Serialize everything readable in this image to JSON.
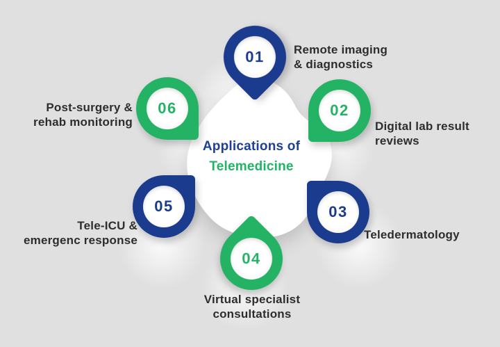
{
  "title": {
    "line1": "Applications of",
    "line2": "Telemedicine"
  },
  "colors": {
    "background": "#e1e0e0",
    "blue": "#1b3b8f",
    "green": "#24b364",
    "title_blue": "#1e3f9a",
    "title_green": "#22b366",
    "label_text": "#2d2d2d",
    "node_fill": "#ffffff"
  },
  "items": [
    {
      "number": "01",
      "label": "Remote imaging\n& diagnostics",
      "color": "blue",
      "tip_direction": "down"
    },
    {
      "number": "02",
      "label": "Digital lab result\nreviews",
      "color": "green",
      "tip_direction": "bottom-left"
    },
    {
      "number": "03",
      "label": "Teledermatology",
      "color": "blue",
      "tip_direction": "top-left"
    },
    {
      "number": "04",
      "label": "Virtual specialist\nconsultations",
      "color": "green",
      "tip_direction": "up"
    },
    {
      "number": "05",
      "label": "Tele-ICU &\nemergenc response",
      "color": "blue",
      "tip_direction": "top-right"
    },
    {
      "number": "06",
      "label": "Post-surgery &\nrehab monitoring",
      "color": "green",
      "tip_direction": "bottom-right"
    }
  ]
}
